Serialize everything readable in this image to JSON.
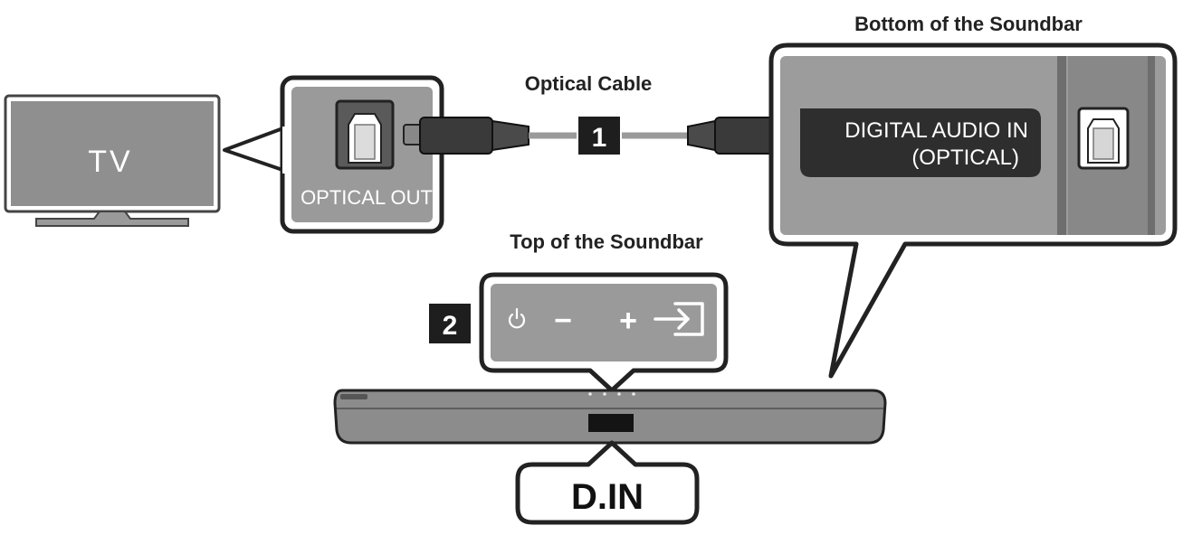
{
  "labels": {
    "bottom_title": "Bottom of the Soundbar",
    "cable_title": "Optical Cable",
    "top_title": "Top of the Soundbar"
  },
  "tv": {
    "label": "TV"
  },
  "tv_port": {
    "label": "OPTICAL OUT"
  },
  "soundbar_port": {
    "line1": "DIGITAL AUDIO IN",
    "line2": "(OPTICAL)"
  },
  "steps": {
    "one": "1",
    "two": "2"
  },
  "controls": {
    "minus": "−",
    "plus": "+"
  },
  "display": {
    "text": "D.IN"
  },
  "colors": {
    "panel_gray": "#9a9a9a",
    "dark": "#2a2a2a",
    "outline": "#222222"
  }
}
